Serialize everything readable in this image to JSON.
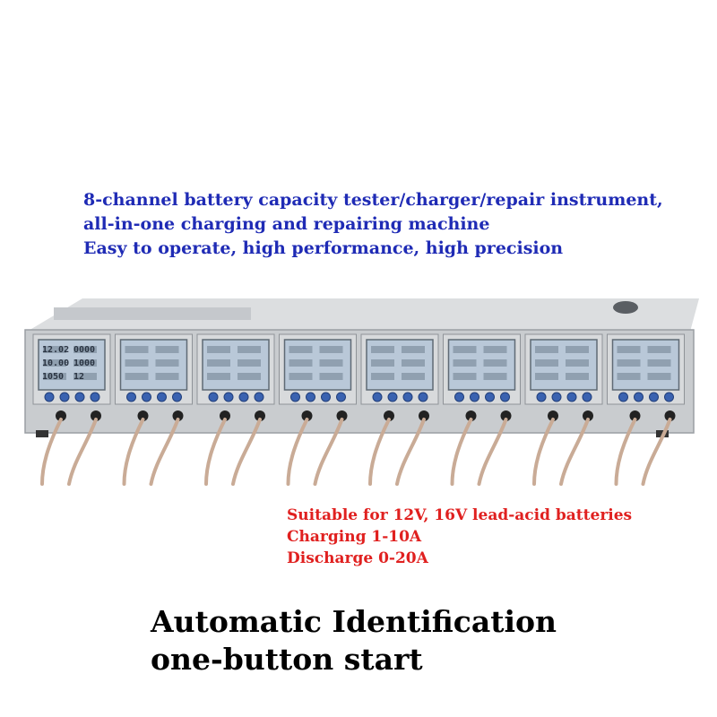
{
  "headline": {
    "line1": "8-channel battery capacity tester/charger/repair instrument,",
    "line2": "all-in-one charging and repairing machine",
    "line3": "Easy to operate, high performance, high precision"
  },
  "specs": {
    "line1": "Suitable for 12V, 16V lead-acid batteries",
    "line2": "Charging 1-10A",
    "line3": "Discharge 0-20A"
  },
  "tagline": {
    "line1": "Automatic Identification",
    "line2": "one-button start"
  },
  "device": {
    "channel_count": 8,
    "colors": {
      "chassis": "#c9cccf",
      "panel": "#d8dadc",
      "lcd": "#b9c8d8",
      "button": "#3a62b0",
      "cable": "#c9ab96"
    },
    "lcd_first": {
      "r1c1": "12.02",
      "r1c2": "0000",
      "r2c1": "10.00",
      "r2c2": "1000",
      "r3c1": "1050",
      "r3c2": "12"
    }
  }
}
